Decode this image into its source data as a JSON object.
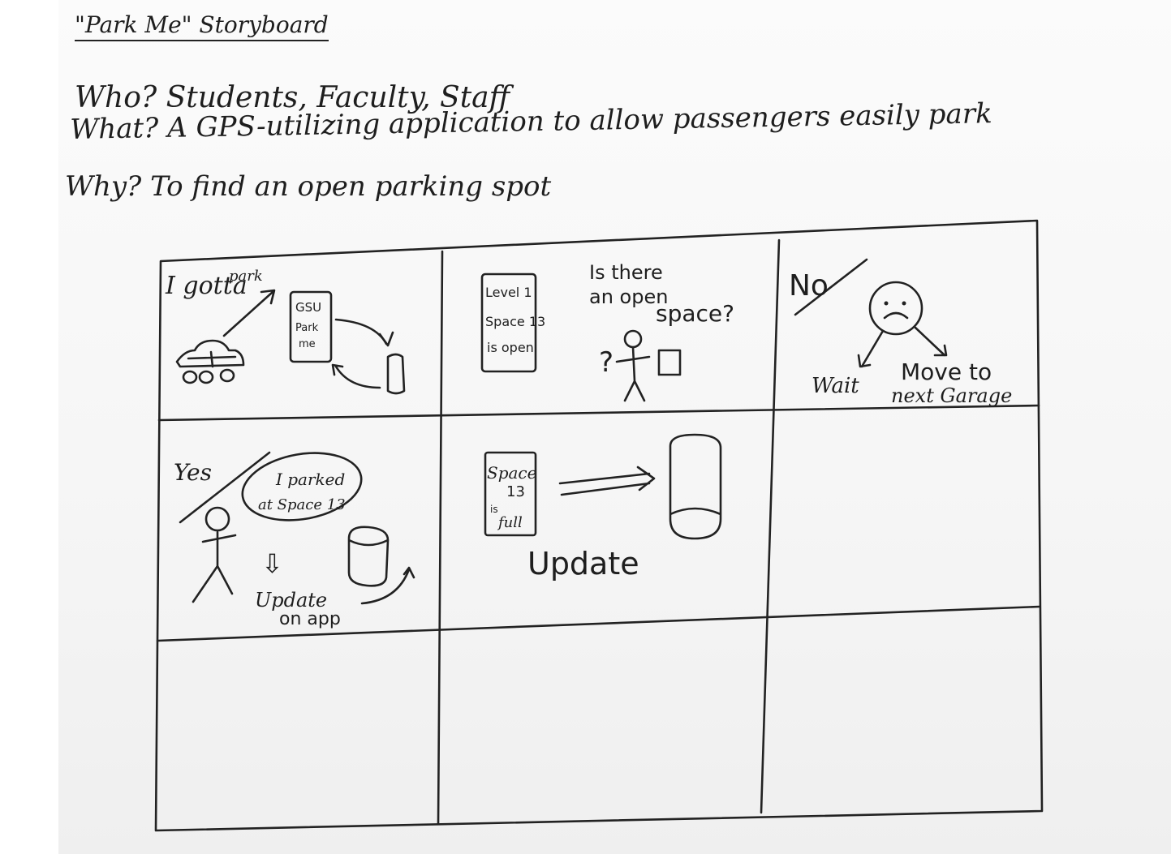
{
  "header": {
    "title": "\"Park Me\" Storyboard",
    "who": "Who? Students, Faculty, Staff",
    "what": "What? A GPS-utilizing application to allow passengers easily park",
    "why": "Why? To find an open parking spot"
  },
  "panels": {
    "p1": {
      "caption_1": "I gotta",
      "caption_2": "park",
      "phone_1": "GSU",
      "phone_2": "Park",
      "phone_3": "me"
    },
    "p2": {
      "phone_1": "Level 1",
      "phone_2": "Space 13",
      "phone_3": "is open",
      "bubble_1": "Is there",
      "bubble_2": "an open",
      "bubble_3": "space?",
      "mark": "?"
    },
    "p3": {
      "label": "No",
      "option_1": "Wait",
      "option_2_1": "Move to",
      "option_2_2": "next Garage"
    },
    "p4": {
      "label": "Yes",
      "bubble_1": "I parked",
      "bubble_2": "at Space 13",
      "arrow": "⇩",
      "caption_1": "Update",
      "caption_2": "on app"
    },
    "p5": {
      "phone_1": "Space",
      "phone_2": "13",
      "phone_3": "is",
      "phone_4": "full",
      "caption": "Update"
    }
  },
  "colors": {
    "ink": "#1e1e1e",
    "paper": "#f6f6f6"
  }
}
